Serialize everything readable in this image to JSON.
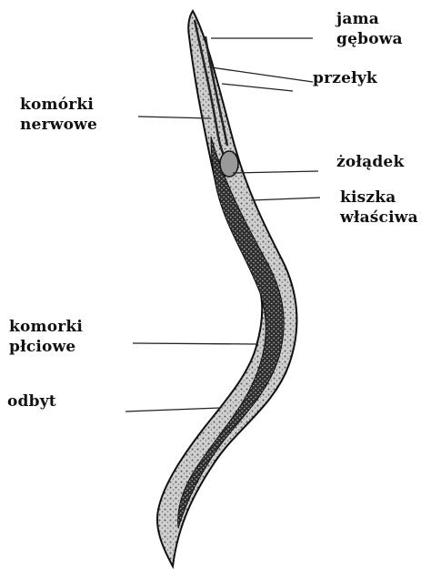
{
  "labels": {
    "jama_gebowa": [
      "jama",
      "gębowa"
    ],
    "przelyk": "przełyk",
    "komorki_nerwowe": [
      "komórki",
      "nerwowe"
    ],
    "zoladek": "żołądek",
    "kiszka_wlasciwa": [
      "kiszka",
      "właściwa"
    ],
    "komorki_plciowe": [
      "komorki",
      "płciowe"
    ],
    "odbyt": "odbyt"
  },
  "colors": {
    "ink": "#111111",
    "body_fill": "#d9d9d9",
    "gut_fill": "#3a3a3a",
    "background": "#ffffff"
  }
}
